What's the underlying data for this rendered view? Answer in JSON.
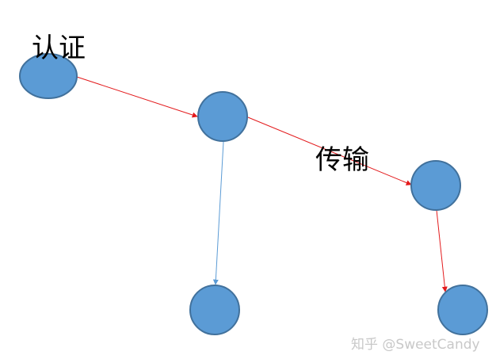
{
  "diagram": {
    "labels": {
      "auth": "认证",
      "transfer": "传输"
    },
    "colors": {
      "node_fill": "#5b9bd5",
      "node_stroke": "#41719c",
      "edge_red": "#e31a1c",
      "edge_blue": "#5b9bd5",
      "watermark": "#c8c8c8"
    },
    "watermark": "知乎 @SweetCandy"
  }
}
